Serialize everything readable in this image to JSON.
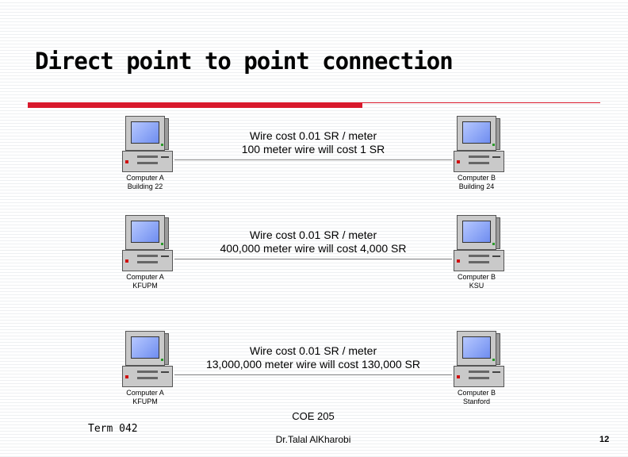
{
  "slide": {
    "title": "Direct point to point connection",
    "accent_color": "#d8192c"
  },
  "connections": [
    {
      "computer_a": {
        "name": "Computer A",
        "location": "Building 22"
      },
      "computer_b": {
        "name": "Computer B",
        "location": "Building 24"
      },
      "cost_line1": "Wire cost 0.01 SR / meter",
      "cost_line2": "100 meter wire will cost 1 SR"
    },
    {
      "computer_a": {
        "name": "Computer A",
        "location": "KFUPM"
      },
      "computer_b": {
        "name": "Computer B",
        "location": "KSU"
      },
      "cost_line1": "Wire cost 0.01 SR / meter",
      "cost_line2": "400,000 meter wire will cost 4,000 SR"
    },
    {
      "computer_a": {
        "name": "Computer A",
        "location": "KFUPM"
      },
      "computer_b": {
        "name": "Computer B",
        "location": "Stanford"
      },
      "cost_line1": "Wire cost 0.01 SR / meter",
      "cost_line2": "13,000,000 meter wire will cost 130,000 SR"
    }
  ],
  "footer": {
    "course": "COE 205",
    "term": "Term 042",
    "author": "Dr.Talal AlKharobi",
    "page": "12"
  },
  "icons": [
    "computer-icon"
  ]
}
